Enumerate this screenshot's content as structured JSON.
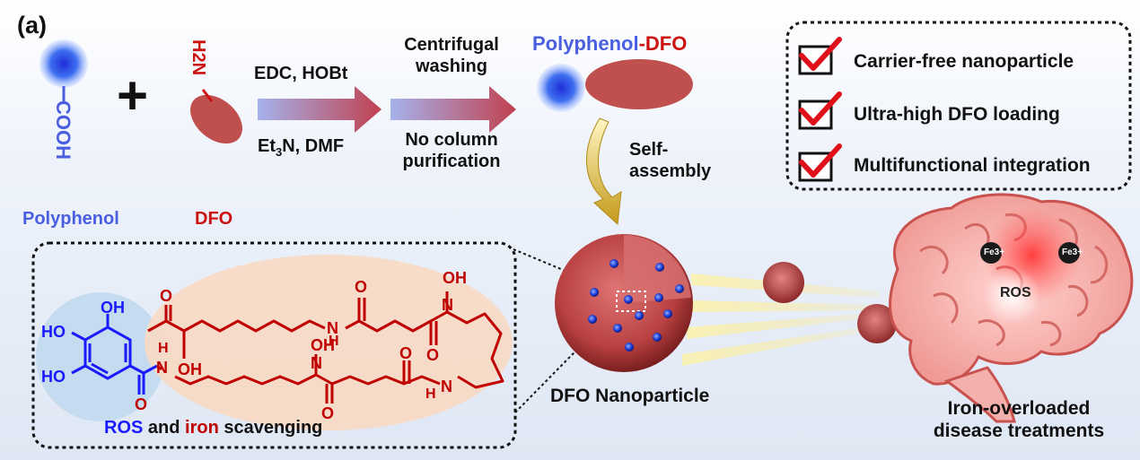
{
  "panel_label": "(a)",
  "reactants": {
    "polyphenol_group": "COOH",
    "dfo_amine": "H2N",
    "polyphenol_label": "Polyphenol",
    "dfo_label": "DFO",
    "plus_sign": "+"
  },
  "step1": {
    "reagents_top": "EDC, HOBt",
    "reagents_bottom_prefix": "Et",
    "reagents_bottom_sub": "3",
    "reagents_bottom_suffix": "N, DMF"
  },
  "step2": {
    "top_line1": "Centrifugal",
    "top_line2": "washing",
    "bottom_line1": "No column",
    "bottom_line2": "purification"
  },
  "product": {
    "label_part1": "Polyphenol",
    "label_part2": "-DFO",
    "assembly_line1": "Self-",
    "assembly_line2": "assembly"
  },
  "features": {
    "items": [
      "Carrier-free nanoparticle",
      "Ultra-high DFO loading",
      "Multifunctional integration"
    ]
  },
  "structure": {
    "caption_ros": "ROS",
    "caption_and": " and ",
    "caption_iron": "iron",
    "caption_rest": " scavenging",
    "atoms": {
      "oh": "OH",
      "ho": "HO",
      "h": "H",
      "n": "N",
      "o": "O"
    }
  },
  "nanoparticle": {
    "label": "DFO Nanoparticle"
  },
  "brain": {
    "ion_label": "Fe3+",
    "ros_label": "ROS",
    "caption_line1": "Iron-overloaded",
    "caption_line2": "disease treatments"
  },
  "colors": {
    "polyphenol_blue": "#4a5ee0",
    "dfo_red": "#c0392b",
    "label_red": "#cc1111",
    "check_red": "#e0101a",
    "arrow_start": "#9aa6e6",
    "arrow_end": "#c24a55",
    "brain_pink": "#f2a3a0"
  }
}
